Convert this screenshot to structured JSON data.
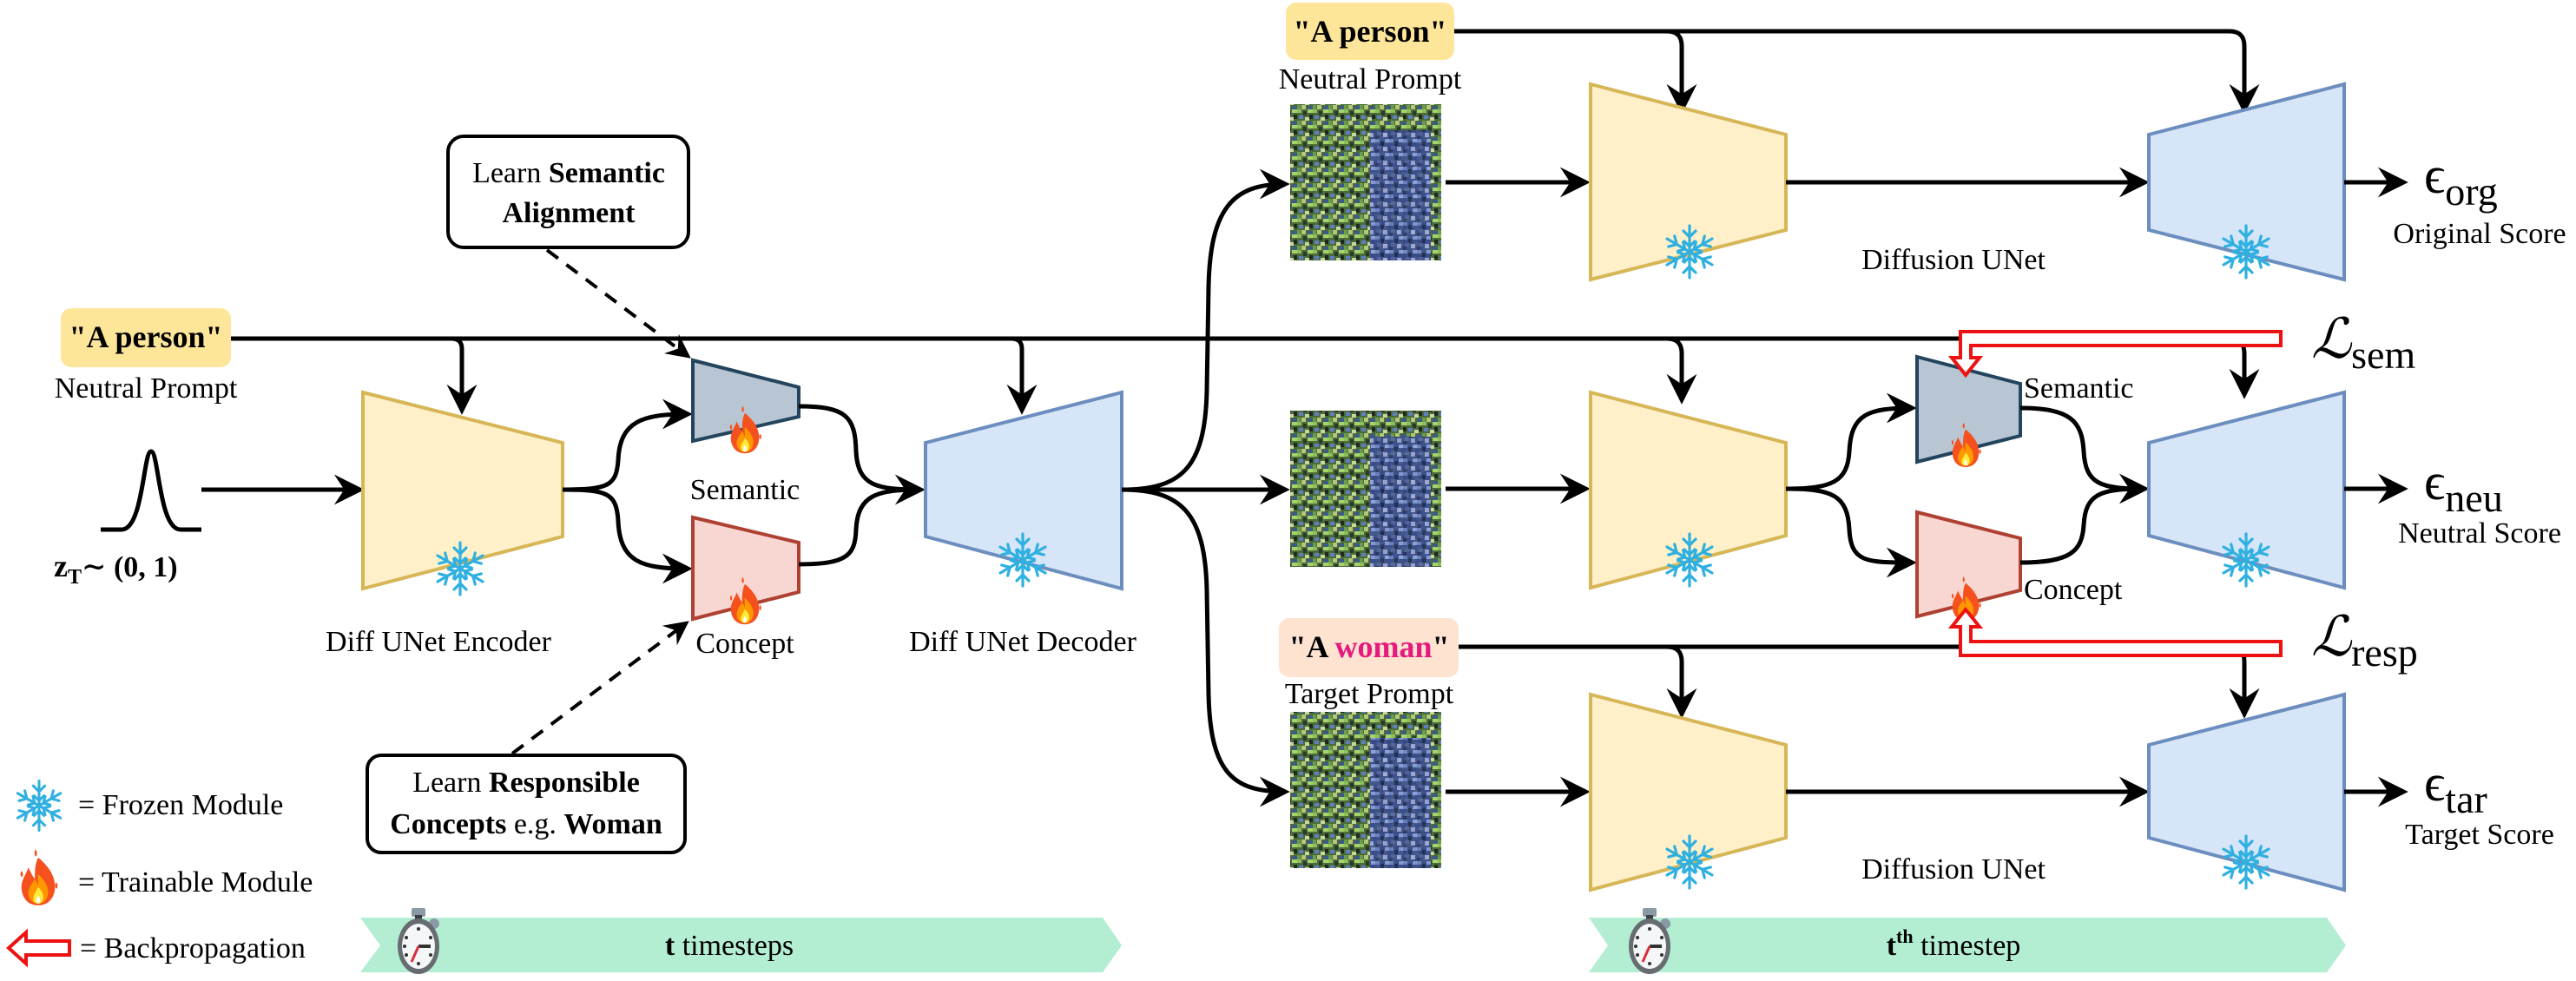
{
  "diagram": {
    "left_prompt": {
      "text": "\"A person\"",
      "caption": "Neutral Prompt"
    },
    "noise": {
      "label_main": "z",
      "label_sub": "T",
      "label_rest": "∼ (0, 1)"
    },
    "encoder": {
      "caption": "Diff UNet Encoder",
      "state": "frozen"
    },
    "decoder": {
      "caption": "Diff UNet Decoder",
      "state": "frozen"
    },
    "semantic_module": {
      "caption": "Semantic",
      "state": "trainable"
    },
    "concept_module": {
      "caption": "Concept",
      "state": "trainable"
    },
    "callout_semantic": {
      "line1_normal": "Learn ",
      "line1_bold": "Semantic",
      "line2_bold": "Alignment"
    },
    "callout_concept": {
      "line1_normal": "Learn ",
      "line1_bold": "Responsible",
      "line2_bold": "Concepts",
      "line2_normal": " e.g. ",
      "line2_bold2": "Woman"
    },
    "top_prompt": {
      "text": "\"A person\"",
      "caption": "Neutral Prompt"
    },
    "target_prompt": {
      "prefix": "\"A ",
      "highlight": "woman",
      "suffix": "\"",
      "caption": "Target Prompt",
      "highlight_color": "#e6197f"
    },
    "diffusion_unet_top": {
      "caption": "Diffusion UNet"
    },
    "diffusion_unet_bottom": {
      "caption": "Diffusion UNet"
    },
    "outputs": [
      {
        "symbol": "ϵ",
        "sub": "org",
        "caption": "Original Score"
      },
      {
        "symbol": "ϵ",
        "sub": "neu",
        "caption": "Neutral Score"
      },
      {
        "symbol": "ϵ",
        "sub": "tar",
        "caption": "Target Score"
      }
    ],
    "losses": [
      {
        "symbol": "ℒ",
        "sub": "sem"
      },
      {
        "symbol": "ℒ",
        "sub": "resp"
      }
    ],
    "timeline_left": {
      "bold": "t",
      "rest": " timesteps"
    },
    "timeline_right": {
      "bold": "t",
      "sup": "th",
      "rest": " timestep"
    },
    "legend": [
      {
        "icon": "snowflake-icon",
        "text": "= Frozen Module"
      },
      {
        "icon": "fire-icon",
        "text": "= Trainable Module"
      },
      {
        "icon": "backprop-arrow-icon",
        "text": "= Backpropagation"
      }
    ],
    "colors": {
      "prompt_neutral_bg": "#fde59a",
      "prompt_target_bg": "#fde3d0",
      "encoder_fill": "#fff0c9",
      "encoder_stroke": "#d6b656",
      "decoder_fill": "#d6e6f8",
      "decoder_stroke": "#6c8ebf",
      "semantic_fill": "#b8c6d3",
      "semantic_stroke": "#23445d",
      "concept_fill": "#f8d7d3",
      "concept_stroke": "#ae4132",
      "snowflake": "#2fb0e0",
      "backprop": "#ee1111",
      "timeline_fill": "#b3eed3"
    }
  }
}
